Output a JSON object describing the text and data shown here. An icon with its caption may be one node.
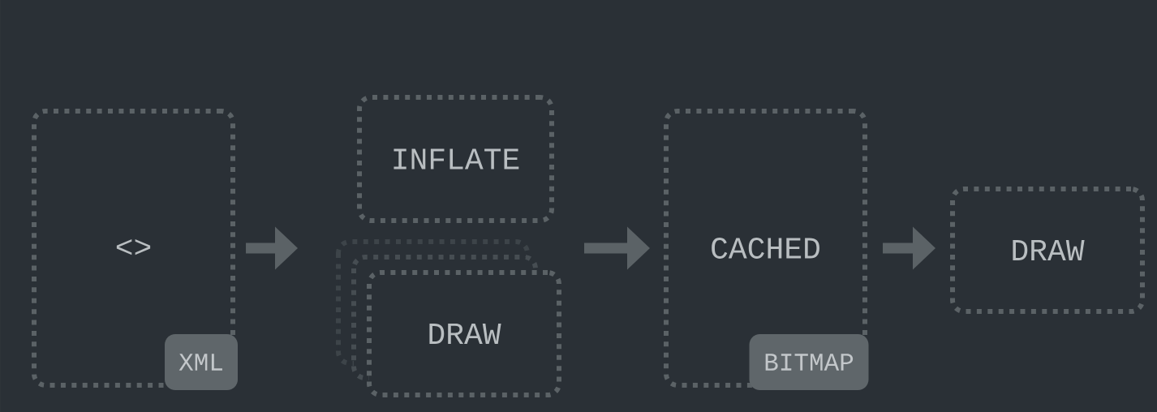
{
  "diagram": {
    "nodes": [
      {
        "text": [
          "<>"
        ]
      },
      {
        "text": [
          "XML"
        ],
        "in": 0
      },
      {
        "text": [
          "INFLATE"
        ]
      },
      {
        "text": [
          "DRAW"
        ]
      },
      {
        "text": [
          "CACHED"
        ]
      },
      {
        "text": [
          "BITMAP"
        ],
        "in": 4
      },
      {
        "text": [
          "DRAW"
        ]
      }
    ],
    "edges": [
      {
        "from": 0,
        "to": 3,
        "arrow": "to"
      },
      {
        "from": 3,
        "to": 4,
        "arrow": "to"
      },
      {
        "from": 4,
        "to": 6,
        "arrow": "to"
      }
    ]
  }
}
